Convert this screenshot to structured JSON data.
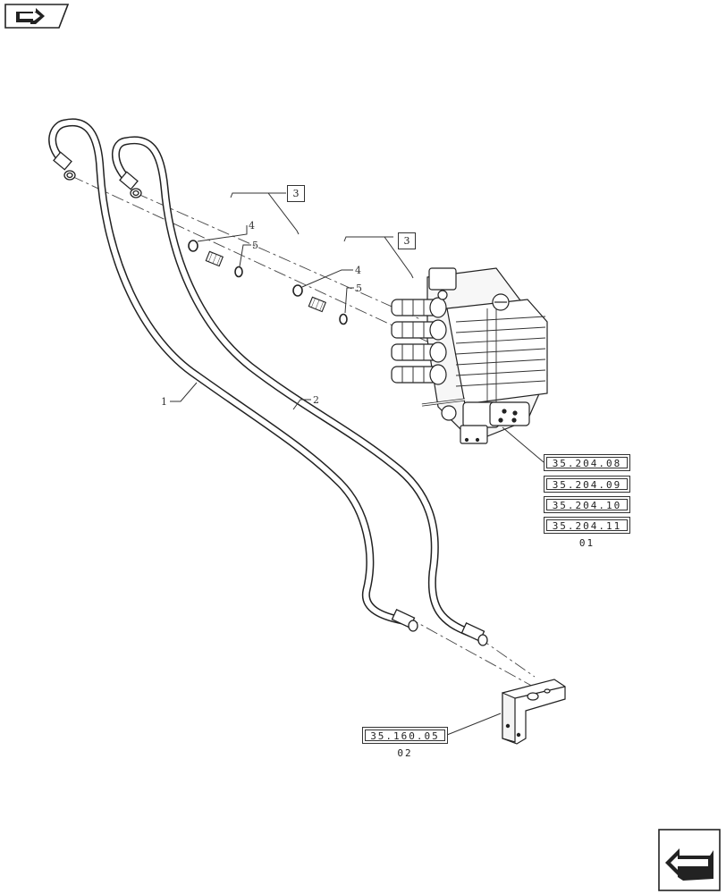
{
  "colors": {
    "line": "#222222",
    "paper": "#ffffff"
  },
  "navigation": {
    "top_left_icon": "forward-arrow-icon",
    "bottom_right_icon": "back-arrow-icon"
  },
  "callouts": {
    "hose_1": "1",
    "hose_2": "2",
    "washer_a": "4",
    "adapter_a": "5",
    "washer_b": "4",
    "adapter_b": "5"
  },
  "kit_boxes": {
    "kit_a": "3",
    "kit_b": "3"
  },
  "references": {
    "valve": [
      "35.204.08 01",
      "35.204.09 01",
      "35.204.10 01",
      "35.204.11 01"
    ],
    "bracket": "35.160.05 02"
  }
}
